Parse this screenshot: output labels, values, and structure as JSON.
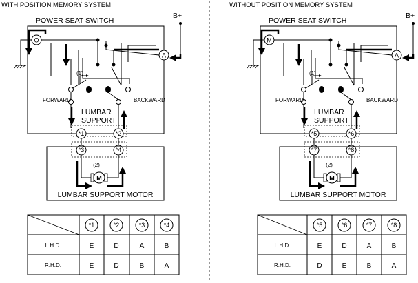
{
  "panels": [
    {
      "heading": "WITH POSITION MEMORY SYSTEM",
      "switch_title": "POWER SEAT SWITCH",
      "supply": "B+",
      "node_left": "O",
      "node_right": "A",
      "forward": "FORWARD",
      "backward": "BACKWARD",
      "lumbar_line1": "LUMBAR",
      "lumbar_line2": "SUPPORT",
      "callout_switch": "(1)",
      "callout_motor": "(2)",
      "motor_symbol": "M",
      "motor_title": "LUMBAR SUPPORT MOTOR",
      "pins": [
        "*1",
        "*2",
        "*3",
        "*4"
      ],
      "table": {
        "rows": [
          {
            "label": "L.H.D.",
            "values": [
              "E",
              "D",
              "A",
              "B"
            ]
          },
          {
            "label": "R.H.D.",
            "values": [
              "E",
              "D",
              "B",
              "A"
            ]
          }
        ]
      }
    },
    {
      "heading": "WITHOUT POSITION MEMORY SYSTEM",
      "switch_title": "POWER SEAT SWITCH",
      "supply": "B+",
      "node_left": "M",
      "node_right": "A",
      "forward": "FORWARD",
      "backward": "BACKWARD",
      "lumbar_line1": "LUMBAR",
      "lumbar_line2": "SUPPORT",
      "callout_switch": "(1)",
      "callout_motor": "(2)",
      "motor_symbol": "M",
      "motor_title": "LUMBAR SUPPORT MOTOR",
      "pins": [
        "*5",
        "*6",
        "*7",
        "*8"
      ],
      "table": {
        "rows": [
          {
            "label": "L.H.D.",
            "values": [
              "E",
              "D",
              "A",
              "B"
            ]
          },
          {
            "label": "R.H.D.",
            "values": [
              "D",
              "E",
              "B",
              "A"
            ]
          }
        ]
      }
    }
  ]
}
